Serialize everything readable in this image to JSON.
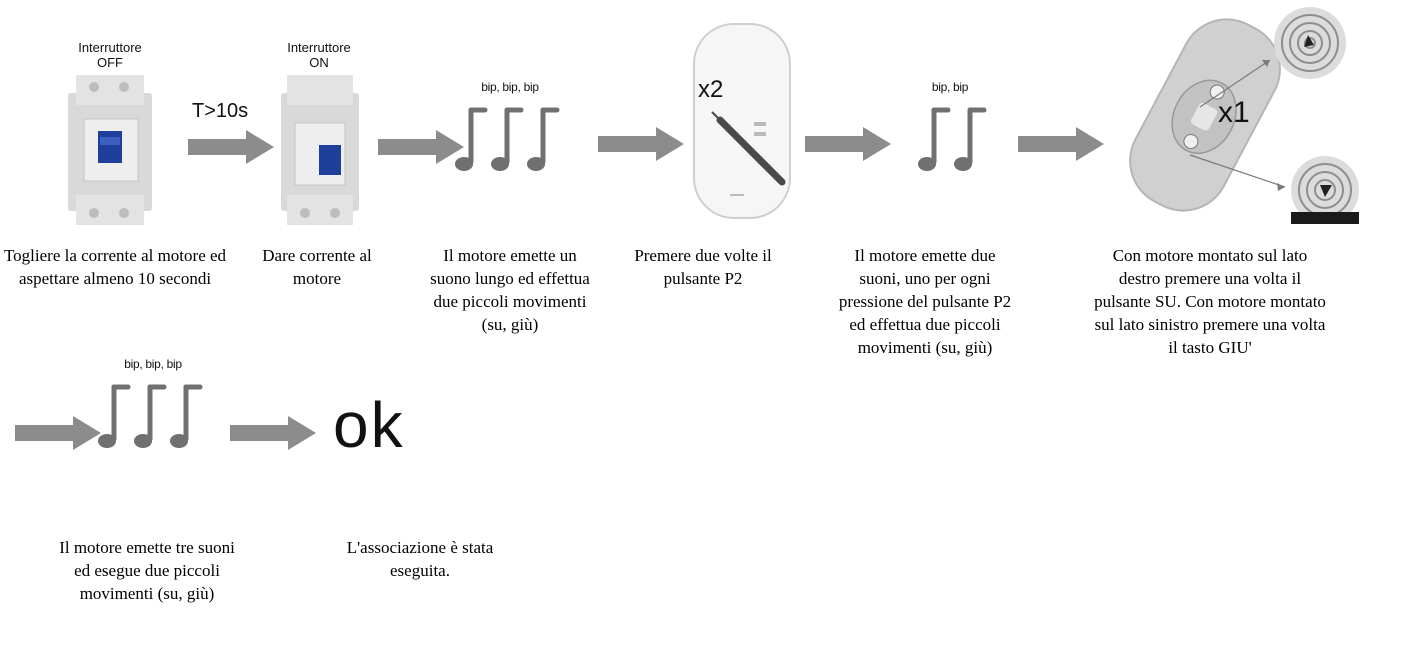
{
  "steps": [
    {
      "id": "switch_off",
      "label_line1": "Interruttore",
      "label_line2": "OFF",
      "caption": "Togliere la corrente al motore ed aspettare almeno 10 secondi"
    },
    {
      "id": "switch_on",
      "label_line1": "Interruttore",
      "label_line2": "ON",
      "caption": "Dare corrente al motore"
    },
    {
      "id": "beep3_first",
      "beep_text": "bip, bip, bip",
      "caption": "Il motore emette un suono lungo ed effettua due piccoli movimenti (su, giù)"
    },
    {
      "id": "press_p2",
      "multiplier": "x2",
      "caption": "Premere due volte il pulsante P2"
    },
    {
      "id": "beep2",
      "beep_text": "bip, bip",
      "caption": "Il motore emette due suoni, uno per ogni pressione del pulsante P2 ed effettua due piccoli movimenti (su, giù)"
    },
    {
      "id": "press_up_down",
      "multiplier": "x1",
      "caption": "Con motore montato sul lato destro premere una volta il pulsante SU. Con motore montato sul lato sinistro premere una volta il tasto GIU'"
    },
    {
      "id": "beep3_second",
      "beep_text": "bip, bip, bip",
      "caption": "Il motore emette tre suoni ed esegue due piccoli movimenti (su, giù)"
    },
    {
      "id": "done",
      "ok_text": "ok",
      "caption": "L'associazione è stata eseguita."
    }
  ],
  "delay_label": "T>10s",
  "colors": {
    "arrow": "#8c8c8c",
    "device_blue": "#1e3f9a",
    "note": "#707070"
  }
}
